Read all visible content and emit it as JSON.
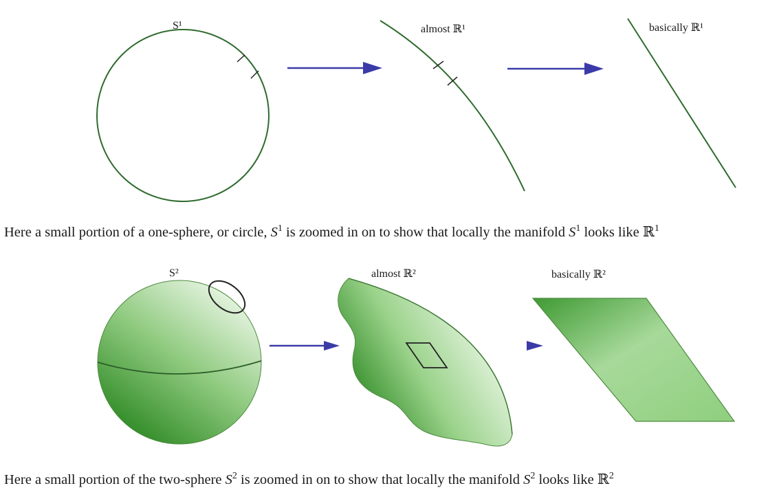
{
  "top_row": {
    "label_s1": "S¹",
    "label_almost": "almost ℝ¹",
    "label_basically": "basically ℝ¹",
    "caption": {
      "t1": "Here a small portion of a one-sphere, or circle, ",
      "v1": "S",
      "e1": "1",
      "t2": " is zoomed in on to show that locally the manifold ",
      "v2": "S",
      "e2": "1",
      "t3": " looks like ℝ",
      "e3": "1"
    }
  },
  "bottom_row": {
    "label_s2": "S²",
    "label_almost": "almost ℝ²",
    "label_basically": "basically ℝ²",
    "caption": {
      "t1": "Here a small portion of the two-sphere ",
      "v1": "S",
      "e1": "2",
      "t2": " is zoomed in on to show that locally the manifold ",
      "v2": "S",
      "e2": "2",
      "t3": " looks like ℝ",
      "e3": "2"
    }
  },
  "colors": {
    "curve": "#2e6b2e",
    "arrow": "#3b3ba8",
    "fill_light": "#e8f6e2",
    "fill_dark": "#2f8a25",
    "outline": "#222222"
  }
}
